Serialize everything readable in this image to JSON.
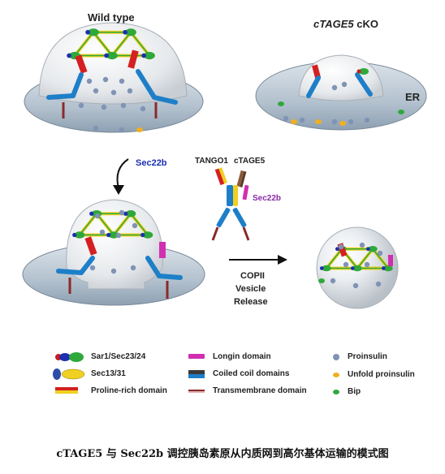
{
  "panels": {
    "wild_type": "Wild type",
    "cko_gene": "cTAGE5",
    "cko_suffix": " cKO",
    "er_label": "ER"
  },
  "arrows": {
    "sec22b_arrow": "Sec22b",
    "copii_line1": "COPII",
    "copii_line2": "Vesicle",
    "copii_line3": "Release"
  },
  "inset": {
    "tango1": "TANGO1",
    "ctage5": "cTAGE5",
    "sec22b": "Sec22b"
  },
  "legend": {
    "sar1": "Sar1/Sec23/24",
    "sec13": "Sec13/31",
    "proline": "Proline-rich domain",
    "longin": "Longin domain",
    "coiled": "Coiled coil domains",
    "transmembrane": "Transmembrane domain",
    "proinsulin": "Proinsulin",
    "unfold": "Unfold proinsulin",
    "bip": "Bip"
  },
  "caption": "cTAGE5 与 Sec22b 调控胰岛素原从内质网到高尔基体运输的模式图",
  "colors": {
    "er_fill": "#b9c6d2",
    "dome_fill": "#e4e8ec",
    "proinsulin": "#7f93b5",
    "unfold": "#f0b020",
    "bip": "#2fa83a",
    "coiled": "#1e7fc8",
    "sec22b": "#d12fb0",
    "proline_red": "#d42020",
    "proline_yellow": "#f0d020"
  }
}
